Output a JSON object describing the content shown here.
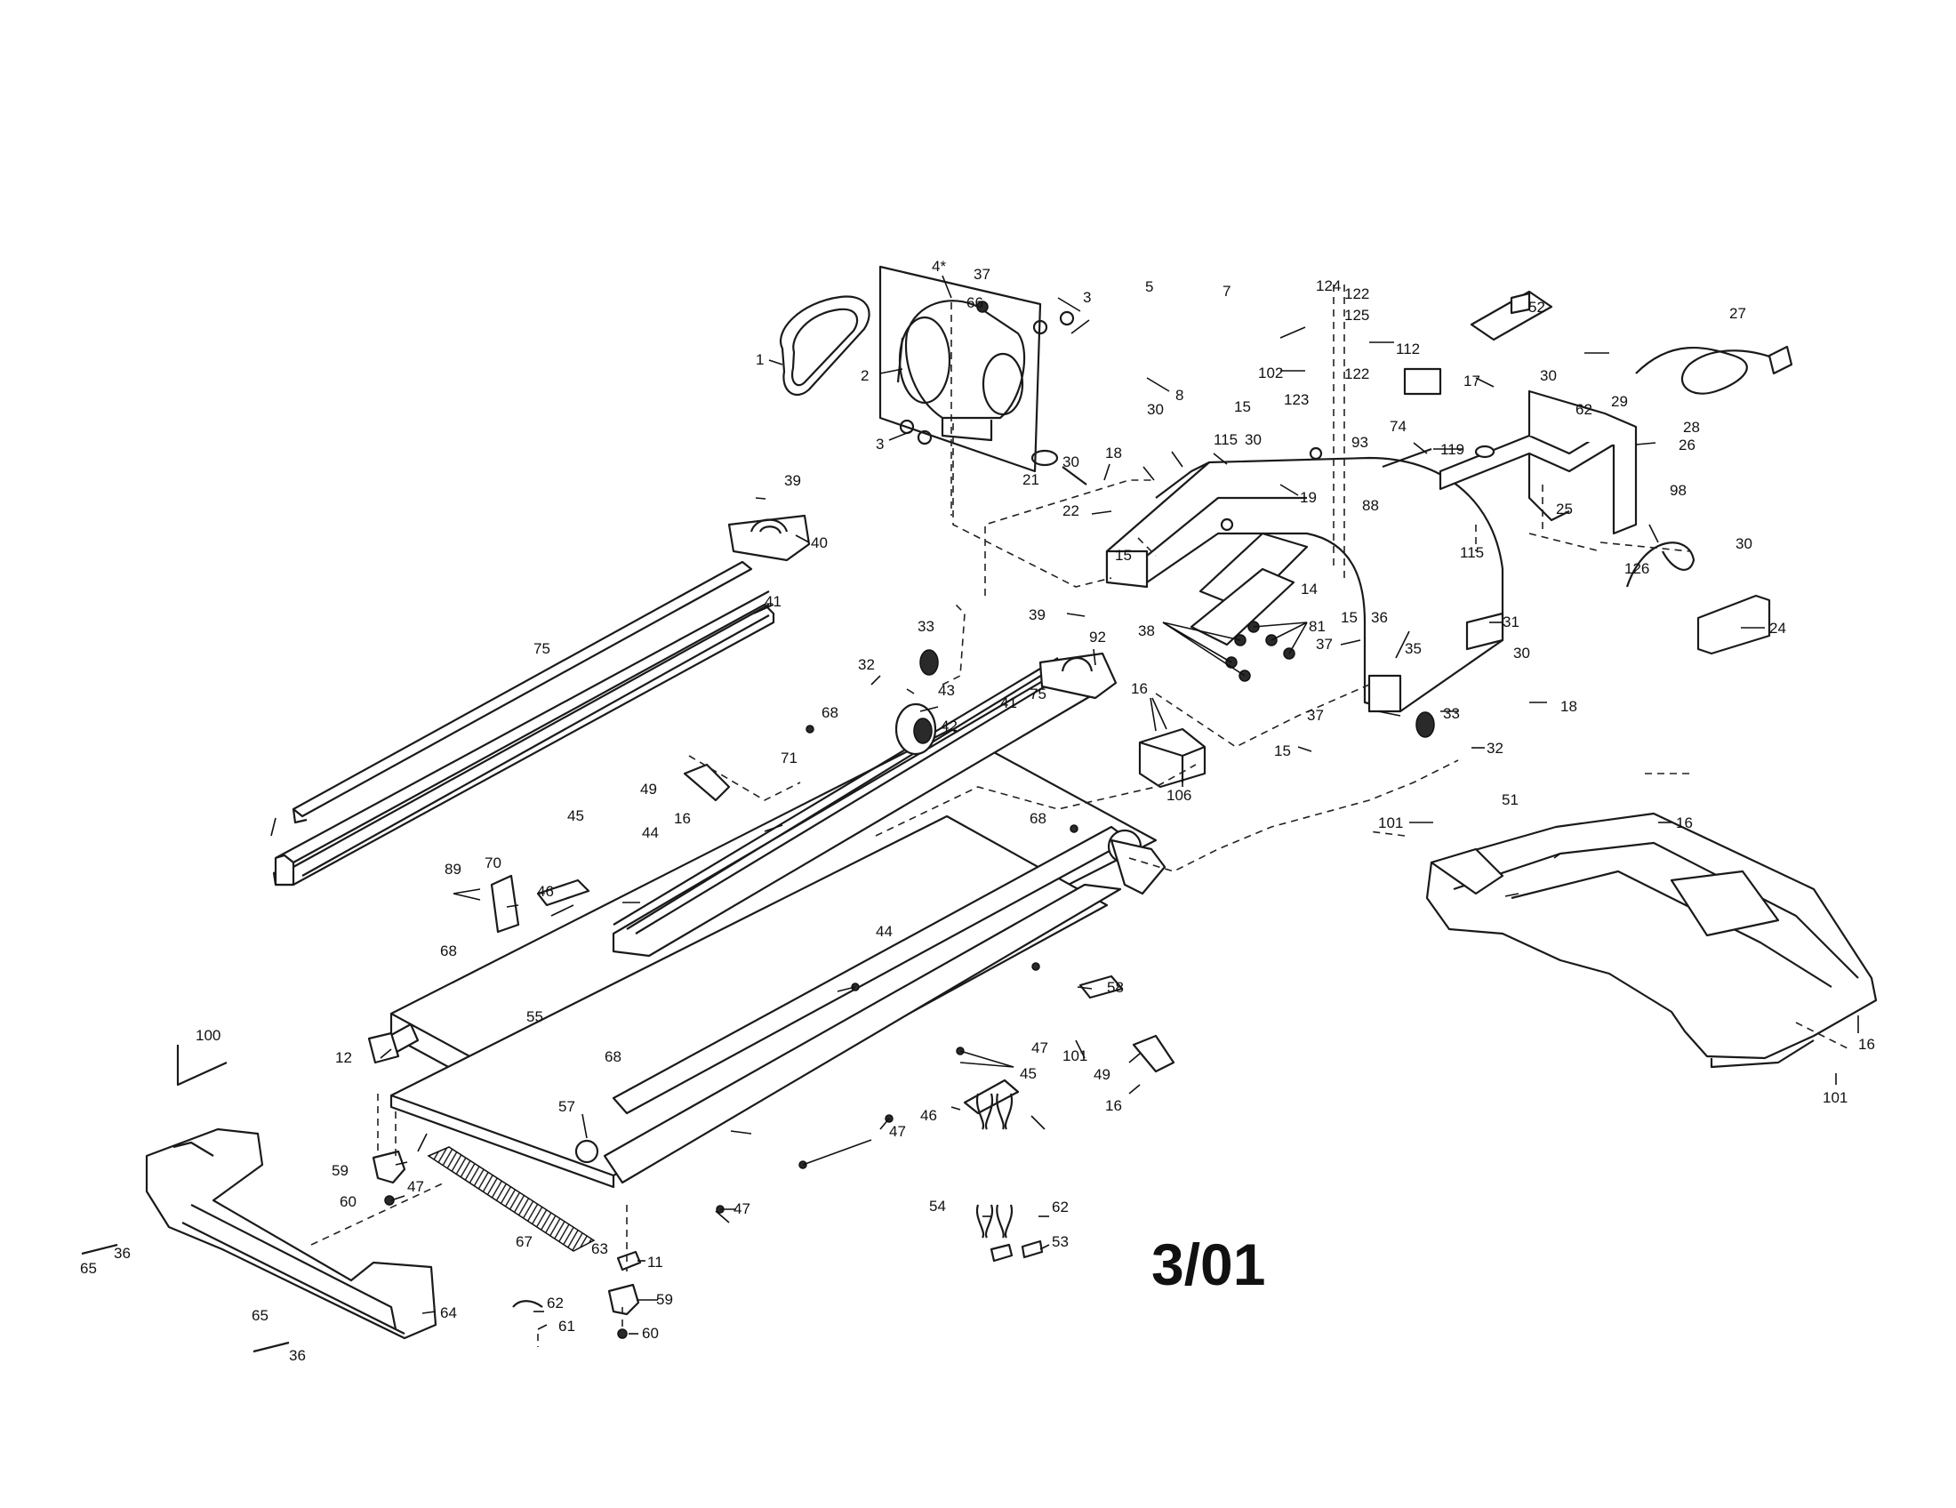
{
  "revision_stamp": "3/01",
  "callouts": [
    {
      "label": "1"
    },
    {
      "label": "2"
    },
    {
      "label": "3"
    },
    {
      "label": "3"
    },
    {
      "label": "4*"
    },
    {
      "label": "37"
    },
    {
      "label": "66"
    },
    {
      "label": "5"
    },
    {
      "label": "7"
    },
    {
      "label": "8"
    },
    {
      "label": "15"
    },
    {
      "label": "102"
    },
    {
      "label": "124"
    },
    {
      "label": "122"
    },
    {
      "label": "125"
    },
    {
      "label": "122"
    },
    {
      "label": "123"
    },
    {
      "label": "52"
    },
    {
      "label": "17"
    },
    {
      "label": "30"
    },
    {
      "label": "27"
    },
    {
      "label": "62"
    },
    {
      "label": "29"
    },
    {
      "label": "28"
    },
    {
      "label": "26"
    },
    {
      "label": "112"
    },
    {
      "label": "74"
    },
    {
      "label": "119"
    },
    {
      "label": "93"
    },
    {
      "label": "88"
    },
    {
      "label": "98"
    },
    {
      "label": "126"
    },
    {
      "label": "25"
    },
    {
      "label": "30"
    },
    {
      "label": "24"
    },
    {
      "label": "30"
    },
    {
      "label": "18"
    },
    {
      "label": "115"
    },
    {
      "label": "30"
    },
    {
      "label": "19"
    },
    {
      "label": "30"
    },
    {
      "label": "21"
    },
    {
      "label": "22"
    },
    {
      "label": "15"
    },
    {
      "label": "14"
    },
    {
      "label": "15"
    },
    {
      "label": "36"
    },
    {
      "label": "115"
    },
    {
      "label": "31"
    },
    {
      "label": "38"
    },
    {
      "label": "81"
    },
    {
      "label": "37"
    },
    {
      "label": "35"
    },
    {
      "label": "30"
    },
    {
      "label": "18"
    },
    {
      "label": "37"
    },
    {
      "label": "33"
    },
    {
      "label": "15"
    },
    {
      "label": "32"
    },
    {
      "label": "39"
    },
    {
      "label": "40"
    },
    {
      "label": "41"
    },
    {
      "label": "75"
    },
    {
      "label": "33"
    },
    {
      "label": "43"
    },
    {
      "label": "32"
    },
    {
      "label": "42"
    },
    {
      "label": "39"
    },
    {
      "label": "92"
    },
    {
      "label": "16"
    },
    {
      "label": "106"
    },
    {
      "label": "68"
    },
    {
      "label": "41"
    },
    {
      "label": "75"
    },
    {
      "label": "71"
    },
    {
      "label": "49"
    },
    {
      "label": "16"
    },
    {
      "label": "45"
    },
    {
      "label": "44"
    },
    {
      "label": "46"
    },
    {
      "label": "89"
    },
    {
      "label": "70"
    },
    {
      "label": "68"
    },
    {
      "label": "101"
    },
    {
      "label": "51"
    },
    {
      "label": "16"
    },
    {
      "label": "68"
    },
    {
      "label": "44"
    },
    {
      "label": "58"
    },
    {
      "label": "55"
    },
    {
      "label": "100"
    },
    {
      "label": "12"
    },
    {
      "label": "47"
    },
    {
      "label": "101"
    },
    {
      "label": "49"
    },
    {
      "label": "16"
    },
    {
      "label": "68"
    },
    {
      "label": "45"
    },
    {
      "label": "46"
    },
    {
      "label": "57"
    },
    {
      "label": "47"
    },
    {
      "label": "59"
    },
    {
      "label": "47"
    },
    {
      "label": "60"
    },
    {
      "label": "16"
    },
    {
      "label": "101"
    },
    {
      "label": "67"
    },
    {
      "label": "47"
    },
    {
      "label": "54"
    },
    {
      "label": "62"
    },
    {
      "label": "53"
    },
    {
      "label": "63"
    },
    {
      "label": "11"
    },
    {
      "label": "65"
    },
    {
      "label": "36"
    },
    {
      "label": "64"
    },
    {
      "label": "59"
    },
    {
      "label": "62"
    },
    {
      "label": "61"
    },
    {
      "label": "60"
    },
    {
      "label": "65"
    },
    {
      "label": "36"
    }
  ]
}
